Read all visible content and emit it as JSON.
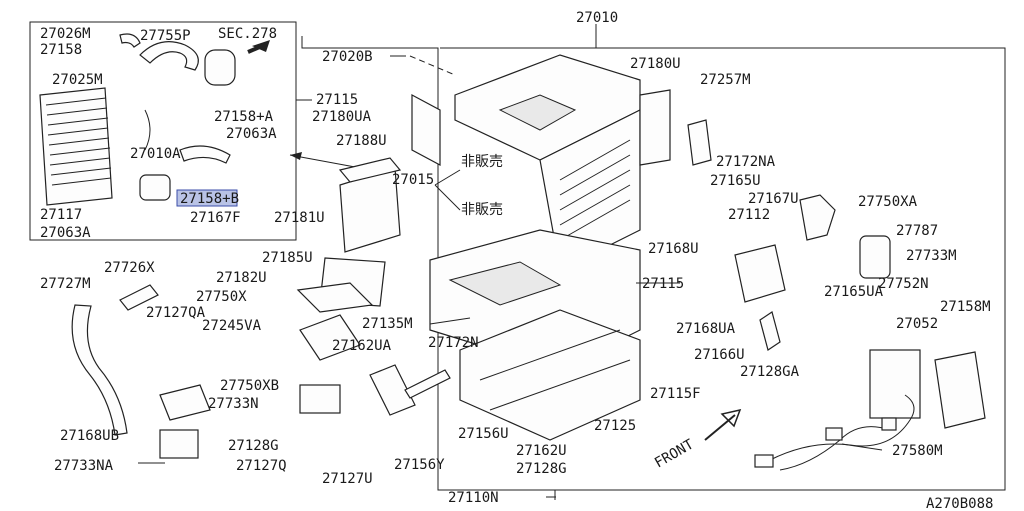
{
  "diagram": {
    "doc_code": "A270B088",
    "labels": {
      "p27010": "27010",
      "p27020B": "27020B",
      "p27026M": "27026M",
      "p27755P": "27755P",
      "sec278": "SEC.278",
      "p27158_top": "27158",
      "p27025M": "27025M",
      "p27115_top": "27115",
      "p27158A": "27158+A",
      "p27063A_top": "27063A",
      "p27010A": "27010A",
      "p27158B": "27158+B",
      "p27117": "27117",
      "p27167F": "27167F",
      "p27063A_bot": "27063A",
      "p27180UA": "27180UA",
      "p27188U": "27188U",
      "p27015": "27015",
      "hihanbai1": "非販売",
      "hihanbai2": "非販売",
      "p27181U": "27181U",
      "p27180U": "27180U",
      "p27257M": "27257M",
      "p27172NA": "27172NA",
      "p27165U_top": "27165U",
      "p27167U": "27167U",
      "p27112": "27112",
      "p27750XA": "27750XA",
      "p27787": "27787",
      "p27733M": "27733M",
      "p27168U": "27168U",
      "p27752N": "27752N",
      "p27165UA": "27165UA",
      "p27115_mid": "27115",
      "p27052": "27052",
      "p27158M": "27158M",
      "p27168UA": "27168UA",
      "p27166U": "27166U",
      "p27128GA": "27128GA",
      "p27115F": "27115F",
      "p27185U": "27185U",
      "p27182U": "27182U",
      "p27750X": "27750X",
      "p27726X": "27726X",
      "p27727M": "27727M",
      "p27127QA": "27127QA",
      "p27245VA": "27245VA",
      "p27135M": "27135M",
      "p27162UA": "27162UA",
      "p27172N": "27172N",
      "p27750XB": "27750XB",
      "p27733N": "27733N",
      "p27168UB": "27168UB",
      "p27128G_left": "27128G",
      "p27127Q": "27127Q",
      "p27156U": "27156U",
      "p27125": "27125",
      "p27162U": "27162U",
      "p27156Y": "27156Y",
      "p27128G_right": "27128G",
      "p27127U": "27127U",
      "p27733NA": "27733NA",
      "p27110N": "27110N",
      "p27580M": "27580M",
      "front": "FRONT"
    }
  }
}
